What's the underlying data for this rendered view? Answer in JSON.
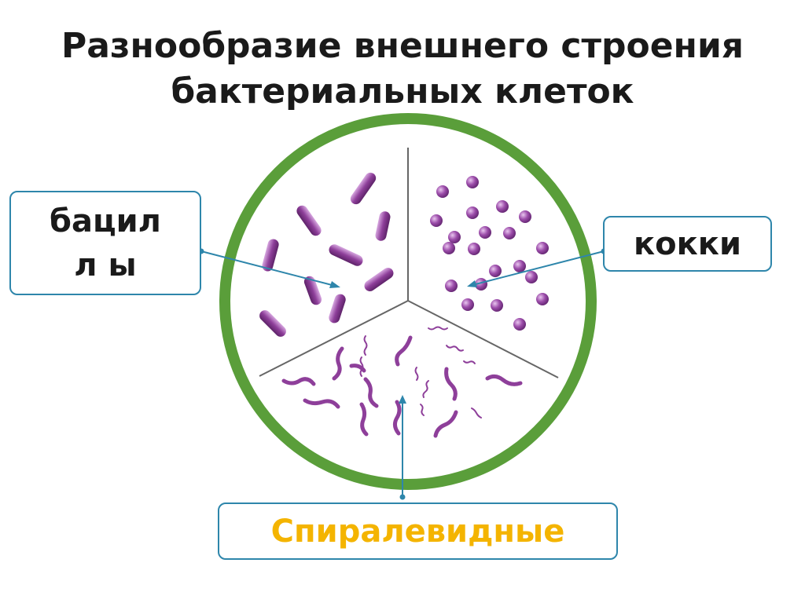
{
  "title": {
    "line1": "Разнообразие внешнего строения",
    "line2": "бактериальных клеток"
  },
  "labels": {
    "bacilli": "бацилл ы",
    "cocci": "кокки",
    "spiral": "Спиралевидные"
  },
  "colors": {
    "dish_rim": "#5a9e3a",
    "sector_line": "#666666",
    "bacteria": "#8e3f9a",
    "callout_border": "#2e86ab",
    "arrow": "#2e86ab",
    "spiral_label": "#f4b400",
    "text": "#1a1a1a"
  }
}
